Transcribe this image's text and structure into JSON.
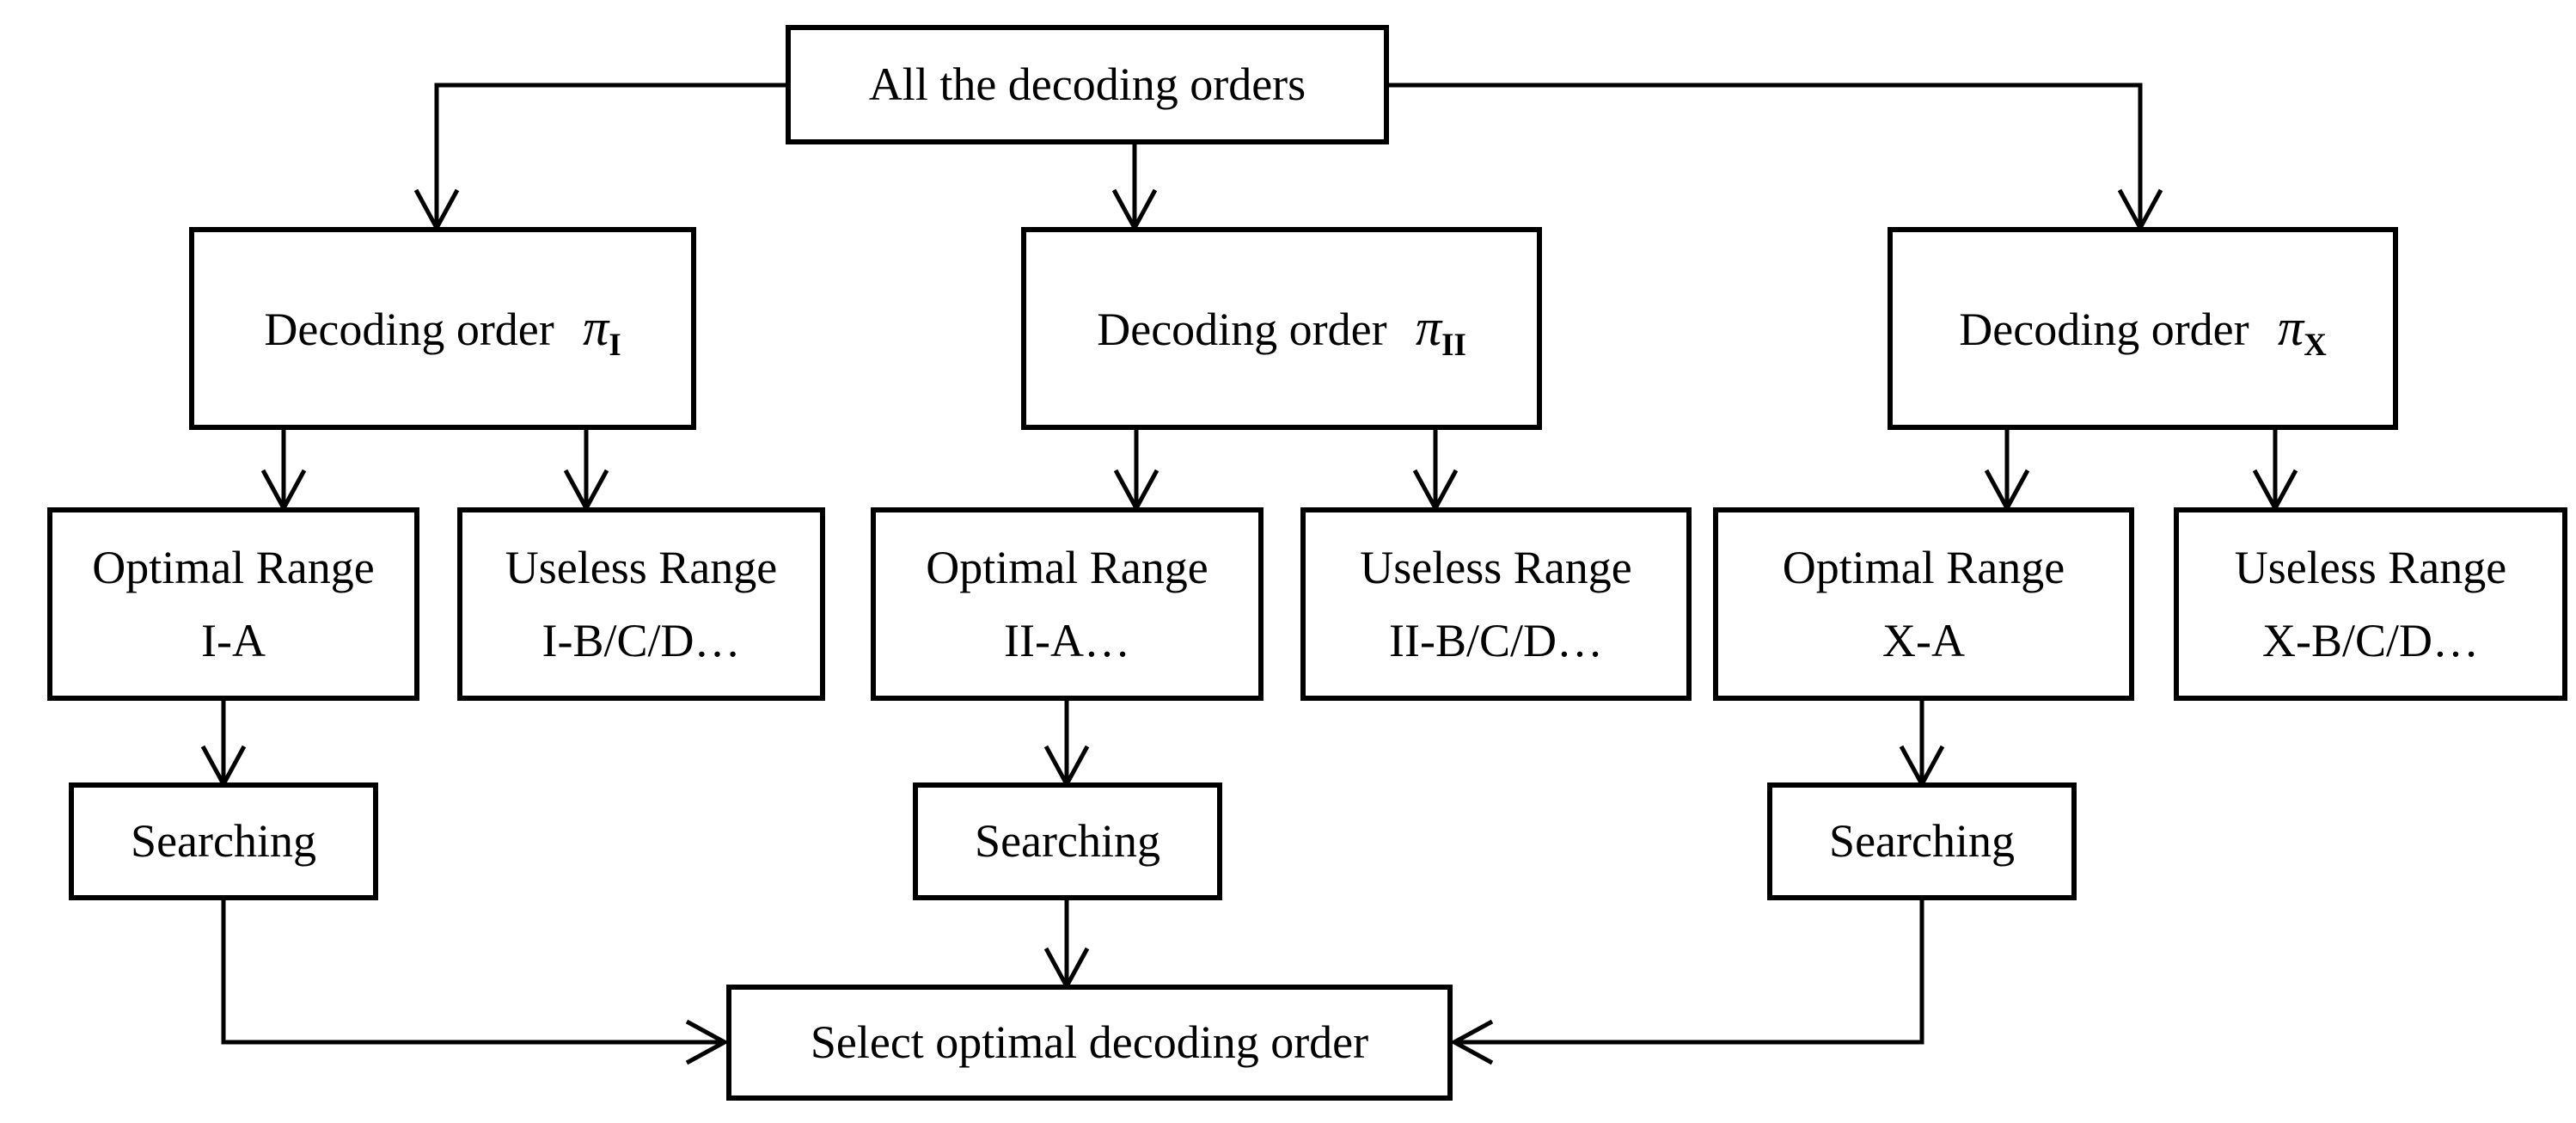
{
  "diagram": {
    "colors": {
      "ink": "#000000",
      "background": "#ffffff"
    },
    "nodes": {
      "root": {
        "label": "All the decoding orders"
      },
      "pi1": {
        "label": "Decoding order",
        "symbol": "π",
        "subscript": "I"
      },
      "pi2": {
        "label": "Decoding order",
        "symbol": "π",
        "subscript": "II"
      },
      "pix": {
        "label": "Decoding order",
        "symbol": "π",
        "subscript": "X"
      },
      "opt1": {
        "line1": "Optimal Range",
        "line2": "I-A"
      },
      "use1": {
        "line1": "Useless Range",
        "line2": "I-B/C/D…"
      },
      "opt2": {
        "line1": "Optimal Range",
        "line2": "II-A…"
      },
      "use2": {
        "line1": "Useless Range",
        "line2": "II-B/C/D…"
      },
      "optx": {
        "line1": "Optimal Range",
        "line2": "X-A"
      },
      "usex": {
        "line1": "Useless Range",
        "line2": "X-B/C/D…"
      },
      "search1": {
        "label": "Searching"
      },
      "search2": {
        "label": "Searching"
      },
      "search3": {
        "label": "Searching"
      },
      "select": {
        "label": "Select optimal decoding order"
      }
    }
  }
}
